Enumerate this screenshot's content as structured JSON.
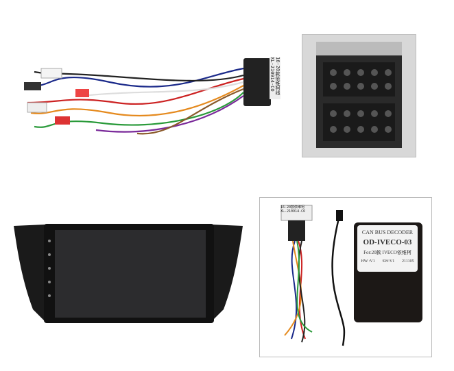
{
  "harness": {
    "tag_line1": "16-20款依维柯线",
    "tag_line2": "XL-210914-CO"
  },
  "bottom_harness": {
    "tag_line1": "16-20款依维柯",
    "tag_line2": "XL-210914-CO"
  },
  "decoder": {
    "line1": "CAN BUS DECODER",
    "line2": "OD-IVECO-03",
    "line3": "For:20款 IVECO依维柯",
    "hw": "HW :V1",
    "sw": "SW:V1",
    "date": "211105"
  }
}
